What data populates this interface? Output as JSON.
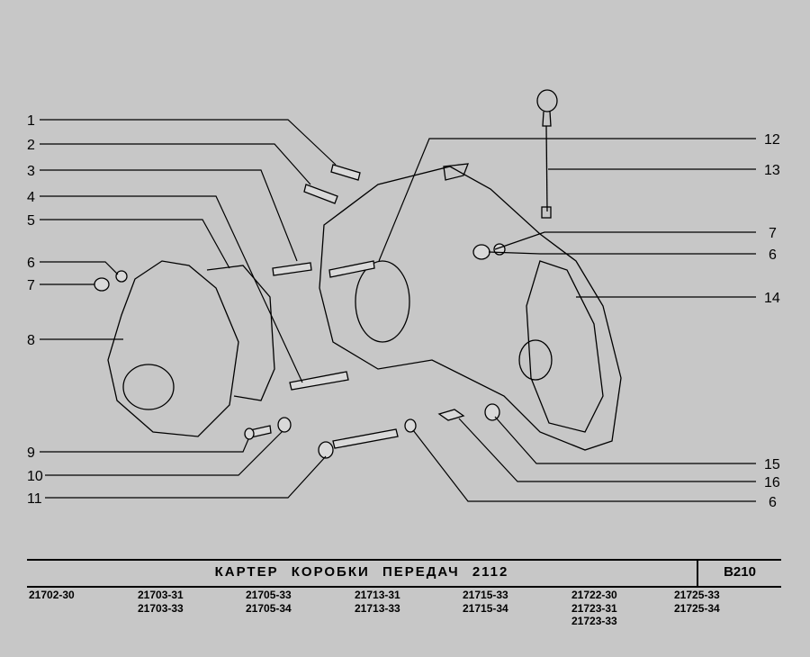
{
  "callouts": [
    "1",
    "2",
    "3",
    "4",
    "5",
    "6",
    "7",
    "8",
    "9",
    "10",
    "11",
    "12",
    "13",
    "7",
    "6",
    "14",
    "15",
    "16",
    "6"
  ],
  "title": "КАРТЕР   КОРОБКИ   ПЕРЕДАЧ   2112",
  "code": "В210",
  "models": [
    [
      "21702-30"
    ],
    [
      "21703-31",
      "21703-33"
    ],
    [
      "21705-33",
      "21705-34"
    ],
    [
      "21713-31",
      "21713-33"
    ],
    [
      "21715-33",
      "21715-34"
    ],
    [
      "21722-30",
      "21723-31",
      "21723-33"
    ],
    [
      "21725-33",
      "21725-34"
    ]
  ]
}
